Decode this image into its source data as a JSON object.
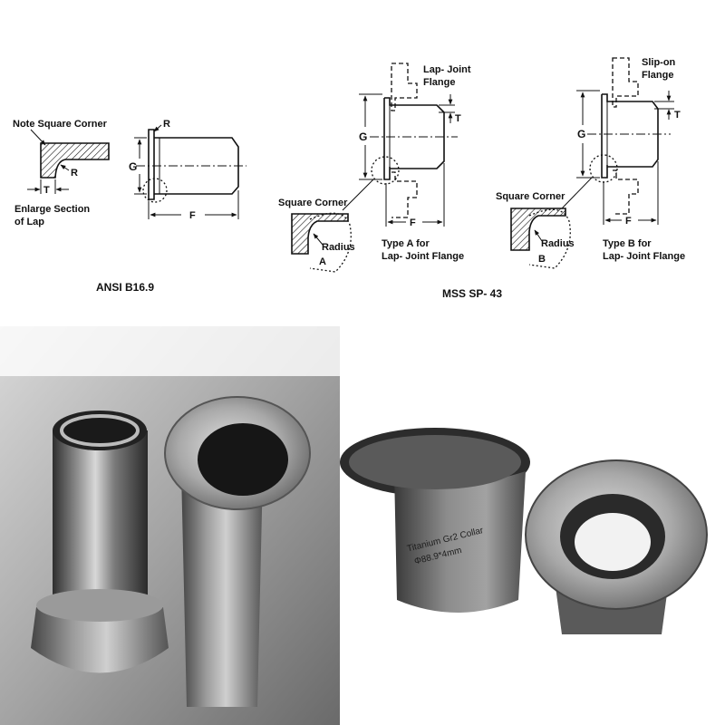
{
  "ansi": {
    "note_label": "Note Square Corner",
    "r_label": "R",
    "t_label": "T",
    "enlarge_label_line1": "Enlarge Section",
    "enlarge_label_line2": "of Lap",
    "body_r_label": "R",
    "g_label": "G",
    "f_label": "F",
    "caption": "ANSI B16.9"
  },
  "type_a": {
    "flange_label_line1": "Lap- Joint",
    "flange_label_line2": "Flange",
    "t_label": "T",
    "g_label": "G",
    "f_label": "F",
    "square_corner_label": "Square Corner",
    "radius_label": "Radius",
    "radius_letter": "A",
    "caption_line1": "Type A for",
    "caption_line2": "Lap- Joint Flange"
  },
  "type_b": {
    "flange_label_line1": "Slip-on",
    "flange_label_line2": "Flange",
    "t_label": "T",
    "g_label": "G",
    "f_label": "F",
    "square_corner_label": "Square Corner",
    "radius_label": "Radius",
    "radius_letter": "B",
    "caption_line1": "Type B for",
    "caption_line2": "Lap- Joint Flange"
  },
  "mss_caption": "MSS SP- 43",
  "photo": {
    "engraving_line1": "Titanium Gr2 Collar",
    "engraving_line2": "Φ88.9*4mm"
  }
}
